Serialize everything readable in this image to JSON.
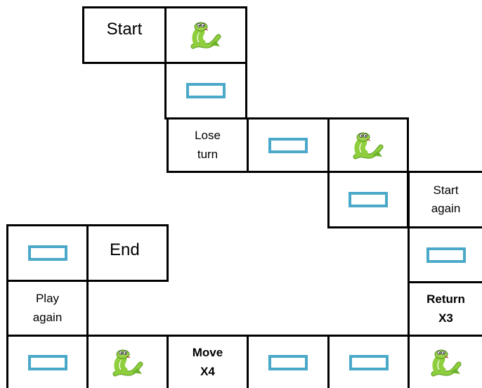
{
  "board": {
    "accent_color": "#4aa8c8",
    "snake_color": "#8fce3c",
    "cells": [
      {
        "id": "start",
        "type": "label",
        "text": "Start"
      },
      {
        "id": "snake-1",
        "type": "snake",
        "icon": "snake-icon"
      },
      {
        "id": "blank-1",
        "type": "blank",
        "icon": "blank-box-icon"
      },
      {
        "id": "lose-turn",
        "type": "label",
        "text": "Lose\nturn"
      },
      {
        "id": "blank-2",
        "type": "blank",
        "icon": "blank-box-icon"
      },
      {
        "id": "snake-2",
        "type": "snake",
        "icon": "snake-icon"
      },
      {
        "id": "blank-3",
        "type": "blank",
        "icon": "blank-box-icon"
      },
      {
        "id": "start-again",
        "type": "label",
        "text": "Start\nagain"
      },
      {
        "id": "blank-4",
        "type": "blank",
        "icon": "blank-box-icon"
      },
      {
        "id": "return-x3",
        "type": "label",
        "text": "Return\nX3"
      },
      {
        "id": "snake-3",
        "type": "snake",
        "icon": "snake-icon"
      },
      {
        "id": "blank-5",
        "type": "blank",
        "icon": "blank-box-icon"
      },
      {
        "id": "blank-6",
        "type": "blank",
        "icon": "blank-box-icon"
      },
      {
        "id": "move-x4",
        "type": "label",
        "text": "Move\nX4"
      },
      {
        "id": "snake-4",
        "type": "snake",
        "icon": "snake-icon"
      },
      {
        "id": "blank-7",
        "type": "blank",
        "icon": "blank-box-icon"
      },
      {
        "id": "play-again",
        "type": "label",
        "text": "Play\nagain"
      },
      {
        "id": "blank-8",
        "type": "blank",
        "icon": "blank-box-icon"
      },
      {
        "id": "end",
        "type": "label",
        "text": "End"
      }
    ]
  }
}
